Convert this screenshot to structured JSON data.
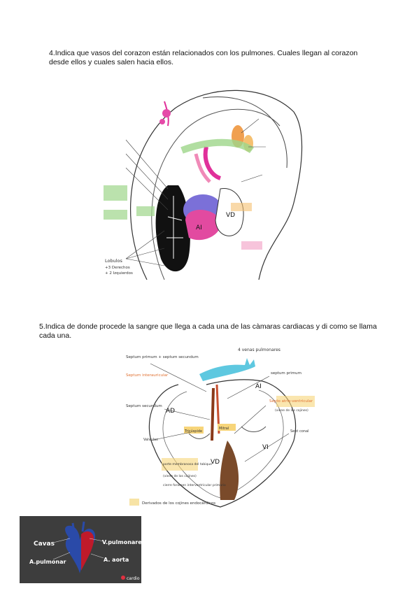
{
  "questions": {
    "q4": "4.Indica que vasos del corazon están relacionados con los pulmones. Cuales llegan al corazon desde ellos y cuales salen hacia ellos.",
    "q5": "5.Indica de donde procede la sangre que llega a cada una de las càmaras cardiacas y di como se llama cada una."
  },
  "figure1": {
    "labels": {
      "ai": "AI",
      "vd": "VD",
      "lobulos": "Lobulos",
      "lobulos_d": "+3 Derechos",
      "lobulos_i": "+ 2 Izquierdos"
    }
  },
  "figure2": {
    "labels": {
      "venas": "4 venas pulmonares",
      "septum_primum_secundum": "Septum primum + septum secundum",
      "septum_interauricular": "Septum interauricular",
      "septum_primum": "septum primum",
      "septum_secundum": "Septum secundum",
      "ad": "AD",
      "ai": "AI",
      "vd": "VD",
      "vi": "VI",
      "tricuspide": "Tricúspide",
      "mitral": "Mitral",
      "valvulas": "Valvulas",
      "septo_av": "Septo atrio-ventricular",
      "septo_av_note": "(viene de los cojines)",
      "sept_conal": "Sept conal",
      "porte_membranosa": "porte membranosa del tabique",
      "porte_note": "(viene de los cojines)",
      "cierre": "cierre foramen interventricular primario",
      "derivados": "Derivados de los cojines endocárdicos"
    }
  },
  "figure3": {
    "labels": {
      "cavas": "Cavas",
      "a_pulmonar": "A.pulmonar",
      "v_pulmonares": "V.pulmonares",
      "a_aorta": "A. aorta",
      "brand": "cardio"
    }
  }
}
